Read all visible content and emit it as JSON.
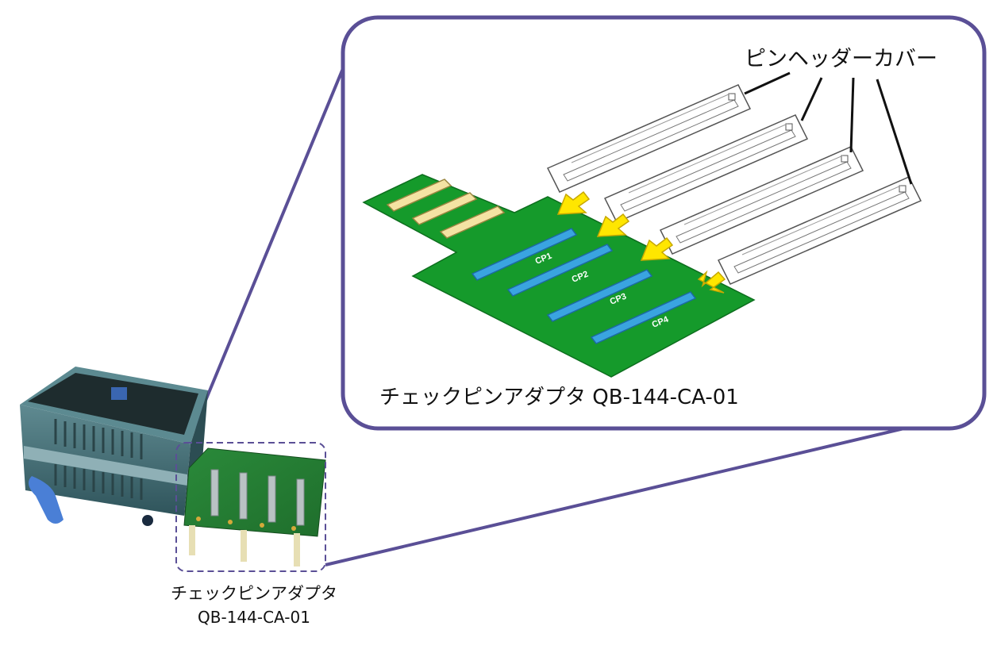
{
  "callout": {
    "adapter_caption": "チェックピンアダプタ QB-144-CA-01",
    "cover_label": "ピンヘッダーカバー",
    "connector_labels": [
      "CP1",
      "CP2",
      "CP3",
      "CP4"
    ]
  },
  "photo": {
    "caption_line1": "チェックピンアダプタ",
    "caption_line2": "QB-144-CA-01"
  },
  "colors": {
    "frame": "#5a4f96",
    "board": "#159a2b",
    "connector": "#3aa4e0",
    "arrow": "#ffe600",
    "emulator_body": "#3f6a72"
  },
  "icons": [
    "arrow-down-left-icon"
  ]
}
